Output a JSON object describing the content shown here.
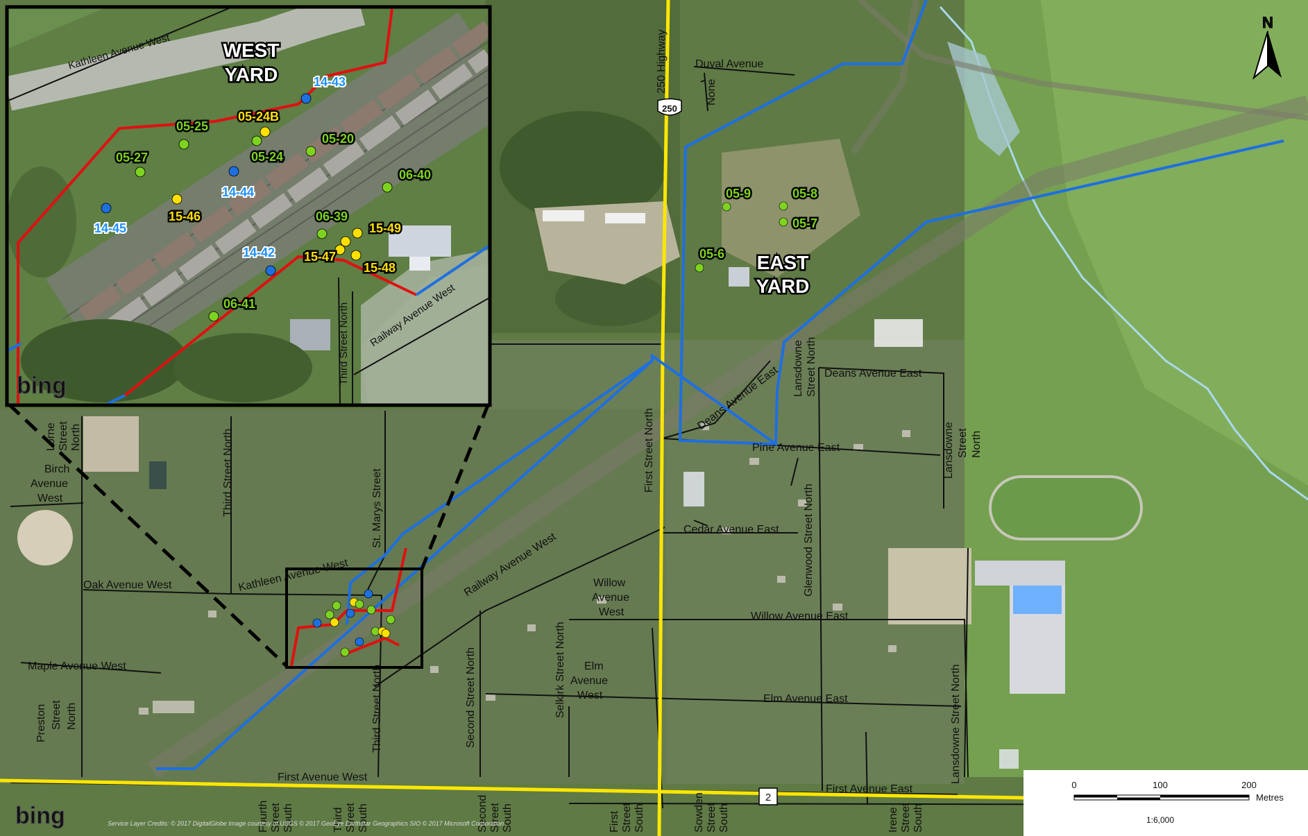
{
  "north_arrow_label": "N",
  "yards": {
    "west": [
      "WEST",
      "YARD"
    ],
    "east": [
      "EAST",
      "YARD"
    ]
  },
  "roads": {
    "duval": "Duval Avenue",
    "none": "None",
    "hwy250": "250 Highway",
    "shield250": "250",
    "shield2": "2",
    "kathleen_inset": "Kathleen Avenue West",
    "kathleen": "Kathleen Avenue West",
    "railway_inset": "Railway Avenue West",
    "railway": "Railway Avenue West",
    "third_north_inset": "Third Street North",
    "third_north": "Third Street North",
    "third_north2": "Third Street North",
    "st_marys": "St. Marys Street",
    "birch": [
      "Birch",
      "Avenue",
      "West"
    ],
    "lorne": [
      "Lorne",
      "Street",
      "North"
    ],
    "oak": "Oak Avenue West",
    "maple": "Maple Avenue West",
    "preston": [
      "Preston",
      "Street",
      "North"
    ],
    "first_ave_w": "First Avenue West",
    "first_ave_e": "First Avenue East",
    "first_st_n": "First Street North",
    "first_st_s": [
      "First",
      "Street",
      "South"
    ],
    "deans_e": "Deans Avenue East",
    "deans_e2": "Deans Avenue East",
    "lansdowne_n1": [
      "Lansdowne",
      "Street North"
    ],
    "lansdowne_n2": [
      "Lansdowne",
      "Street",
      "North"
    ],
    "lansdowne_n3": "Lansdowne Street North",
    "pine_e": "Pine Avenue East",
    "cedar_e": "Cedar Avenue East",
    "glenwood": "Glenwood Street North",
    "willow_w": [
      "Willow",
      "Avenue",
      "West"
    ],
    "willow_e": "Willow Avenue East",
    "selkirk": "Selkirk Street North",
    "elm_w": [
      "Elm",
      "Avenue",
      "West"
    ],
    "elm_e": "Elm Avenue East",
    "second_st_n": "Second Street North",
    "second_st_s": [
      "Second",
      "Street",
      "South"
    ],
    "third_st_s": [
      "Third",
      "Street",
      "South"
    ],
    "fourth_st_s": [
      "Fourth",
      "Street",
      "South"
    ],
    "sowden": [
      "Sowden",
      "Street",
      "South"
    ],
    "irene": [
      "Irene",
      "Street",
      "South"
    ]
  },
  "sample_points_main": [
    {
      "label": "05-9",
      "color": "#7ed321"
    },
    {
      "label": "05-8",
      "color": "#7ed321"
    },
    {
      "label": "05-7",
      "color": "#7ed321"
    },
    {
      "label": "05-6",
      "color": "#7ed321"
    }
  ],
  "sample_points_inset": [
    {
      "label": "14-43",
      "color": "#1e6fe0",
      "label_color": "#1e90ff"
    },
    {
      "label": "05-24B",
      "color": "#ffe000",
      "label_color": "#ffe000"
    },
    {
      "label": "05-25",
      "color": "#7ed321",
      "label_color": "#7ed321"
    },
    {
      "label": "05-27",
      "color": "#7ed321",
      "label_color": "#7ed321"
    },
    {
      "label": "05-24",
      "color": "#7ed321",
      "label_color": "#7ed321"
    },
    {
      "label": "05-20",
      "color": "#7ed321",
      "label_color": "#7ed321"
    },
    {
      "label": "14-44",
      "color": "#1e6fe0",
      "label_color": "#1e90ff"
    },
    {
      "label": "06-40",
      "color": "#7ed321",
      "label_color": "#7ed321"
    },
    {
      "label": "14-45",
      "color": "#1e6fe0",
      "label_color": "#1e90ff"
    },
    {
      "label": "15-46",
      "color": "#ffe000",
      "label_color": "#ffe000"
    },
    {
      "label": "06-39",
      "color": "#7ed321",
      "label_color": "#7ed321"
    },
    {
      "label": "15-49",
      "color": "#ffe000",
      "label_color": "#ffe000"
    },
    {
      "label": "14-42",
      "color": "#1e6fe0",
      "label_color": "#1e90ff"
    },
    {
      "label": "15-47",
      "color": "#ffe000",
      "label_color": "#ffe000"
    },
    {
      "label": "15-48",
      "color": "#ffe000",
      "label_color": "#ffe000"
    },
    {
      "label": "06-41",
      "color": "#7ed321",
      "label_color": "#7ed321"
    }
  ],
  "scale_bar": {
    "ticks": [
      "0",
      "100",
      "200"
    ],
    "units": "Metres",
    "ratio": "1:6,000"
  },
  "bing_logo": "bing",
  "credits": "Service Layer Credits: © 2017 DigitalGlobe Image courtesy of USGS © 2017 GeoEye Earthstar Geographics SIO © 2017 Microsoft Corporation",
  "colors": {
    "west_boundary": "#e01010",
    "east_boundary": "#1e6fe0",
    "highway": "#ffe600",
    "road": "#000000"
  }
}
